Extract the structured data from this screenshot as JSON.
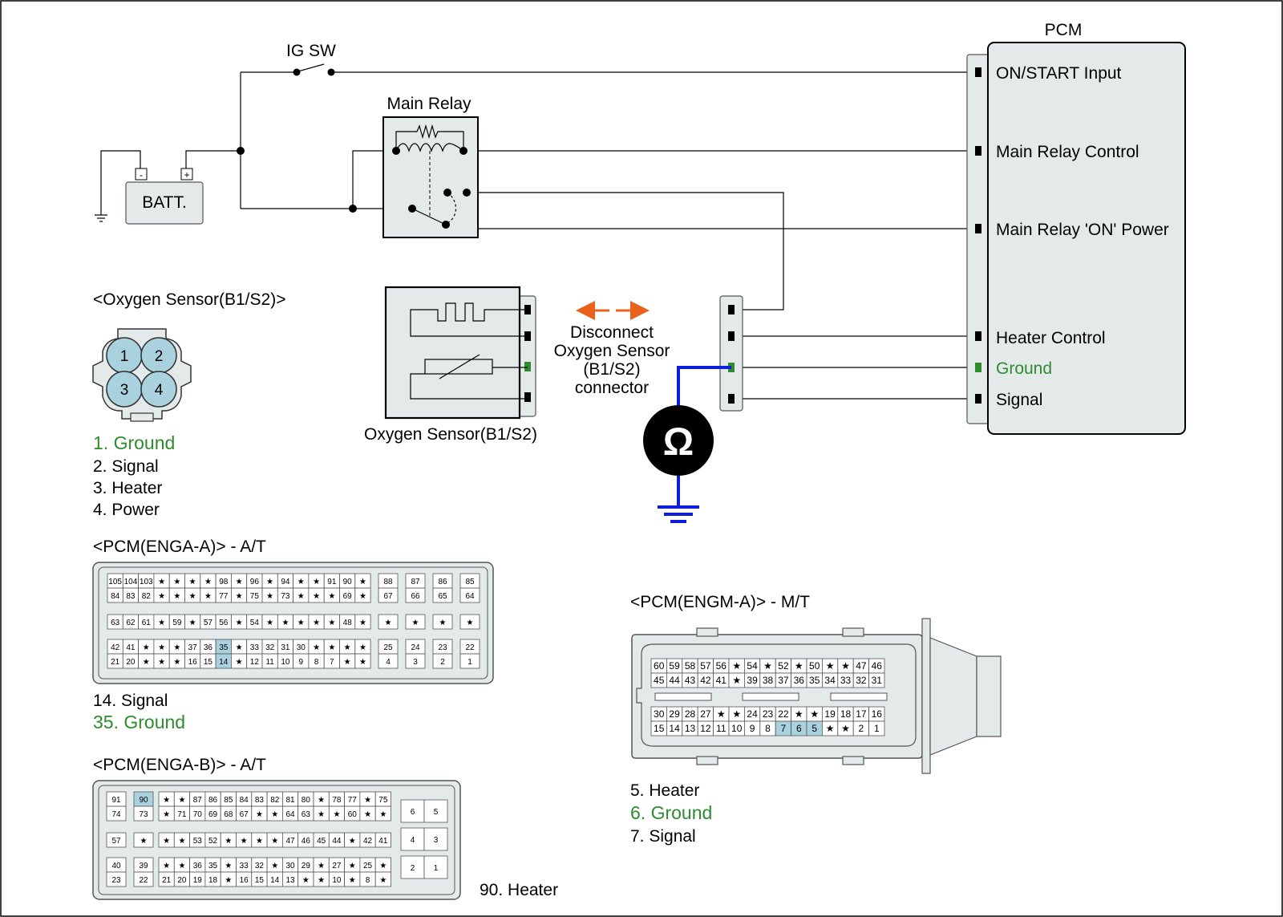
{
  "colors": {
    "ground_text": "#2e8b2e",
    "meter_lead": "#0a1edc",
    "arrow": "#e8621e",
    "pin_highlight": "#a9d2de",
    "connector_fill": "#e4eaea",
    "pin_green": "#2e8b2e"
  },
  "circuit": {
    "ig_sw": "IG SW",
    "main_relay": "Main Relay",
    "battery": "BATT.",
    "battery_minus": "-",
    "battery_plus": "+",
    "pcm": {
      "title": "PCM",
      "pins": [
        "ON/START Input",
        "Main Relay Control",
        "Main Relay 'ON' Power",
        "Heater Control",
        "Ground",
        "Signal"
      ]
    },
    "sensor_label": "Oxygen Sensor(B1/S2)",
    "disconnect_note": [
      "Disconnect",
      "Oxygen Sensor",
      "(B1/S2)",
      "connector"
    ],
    "meter_symbol": "Ω"
  },
  "sensor_connector": {
    "title": "<Oxygen Sensor(B1/S2)>",
    "pins": [
      "1",
      "2",
      "3",
      "4"
    ],
    "legend": [
      "1. Ground",
      "2. Signal",
      "3. Heater",
      "4. Power"
    ]
  },
  "enga_a": {
    "title": "<PCM(ENGA-A)> - A/T",
    "legend": [
      "14. Signal",
      "35. Ground"
    ],
    "rows": [
      [
        "105",
        "104",
        "103",
        "*",
        "*",
        "*",
        "*",
        "98",
        "*",
        "96",
        "*",
        "94",
        "*",
        "*",
        "91",
        "90",
        "*"
      ],
      [
        "84",
        "83",
        "82",
        "*",
        "*",
        "*",
        "*",
        "77",
        "*",
        "75",
        "*",
        "73",
        "*",
        "*",
        "*",
        "69",
        "*"
      ],
      [
        "63",
        "62",
        "61",
        "*",
        "59",
        "*",
        "57",
        "56",
        "*",
        "54",
        "*",
        "*",
        "*",
        "*",
        "*",
        "48",
        "*"
      ],
      [
        "42",
        "41",
        "*",
        "*",
        "*",
        "37",
        "36",
        "35",
        "*",
        "33",
        "32",
        "31",
        "30",
        "*",
        "*",
        "*",
        "*"
      ],
      [
        "21",
        "20",
        "*",
        "*",
        "*",
        "16",
        "15",
        "14",
        "*",
        "12",
        "11",
        "10",
        "9",
        "8",
        "7",
        "*",
        "*"
      ]
    ],
    "right_rows": [
      [
        "88",
        "87",
        "86",
        "85"
      ],
      [
        "67",
        "66",
        "65",
        "64"
      ],
      [
        "*",
        "*",
        "*",
        "*"
      ],
      [
        "25",
        "24",
        "23",
        "22"
      ],
      [
        "4",
        "3",
        "2",
        "1"
      ]
    ]
  },
  "enga_b": {
    "title": "<PCM(ENGA-B)> - A/T",
    "legend": [
      "90. Heater"
    ],
    "rows": [
      [
        "91",
        "90",
        "*",
        "*",
        "87",
        "86",
        "85",
        "84",
        "83",
        "82",
        "81",
        "80",
        "*",
        "78",
        "77",
        "*",
        "75"
      ],
      [
        "74",
        "73",
        "*",
        "71",
        "70",
        "69",
        "68",
        "67",
        "*",
        "*",
        "64",
        "63",
        "*",
        "*",
        "60",
        "*",
        "*"
      ],
      [
        "57",
        "*",
        "*",
        "*",
        "53",
        "52",
        "*",
        "*",
        "*",
        "*",
        "47",
        "46",
        "45",
        "44",
        "*",
        "42",
        "41"
      ],
      [
        "40",
        "39",
        "*",
        "*",
        "36",
        "35",
        "*",
        "33",
        "32",
        "*",
        "30",
        "29",
        "*",
        "27",
        "*",
        "25",
        "*"
      ],
      [
        "23",
        "22",
        "21",
        "20",
        "19",
        "18",
        "*",
        "16",
        "15",
        "14",
        "13",
        "*",
        "*",
        "10",
        "*",
        "8",
        "*"
      ]
    ],
    "right_rows": [
      [
        "6",
        "5"
      ],
      [
        "4",
        "3"
      ],
      [
        "2",
        "1"
      ]
    ]
  },
  "engm_a": {
    "title": "<PCM(ENGM-A)> - M/T",
    "legend": [
      "5. Heater",
      "6. Ground",
      "7. Signal"
    ],
    "rows": [
      [
        "60",
        "59",
        "58",
        "57",
        "56",
        "*",
        "54",
        "*",
        "52",
        "*",
        "50",
        "*",
        "*",
        "47",
        "46"
      ],
      [
        "45",
        "44",
        "43",
        "42",
        "41",
        "*",
        "39",
        "38",
        "37",
        "36",
        "35",
        "34",
        "33",
        "32",
        "31"
      ],
      [
        "30",
        "29",
        "28",
        "27",
        "*",
        "*",
        "24",
        "23",
        "22",
        "*",
        "*",
        "19",
        "18",
        "17",
        "16"
      ],
      [
        "15",
        "14",
        "13",
        "12",
        "11",
        "10",
        "9",
        "8",
        "7",
        "6",
        "5",
        "*",
        "*",
        "2",
        "1"
      ]
    ]
  }
}
